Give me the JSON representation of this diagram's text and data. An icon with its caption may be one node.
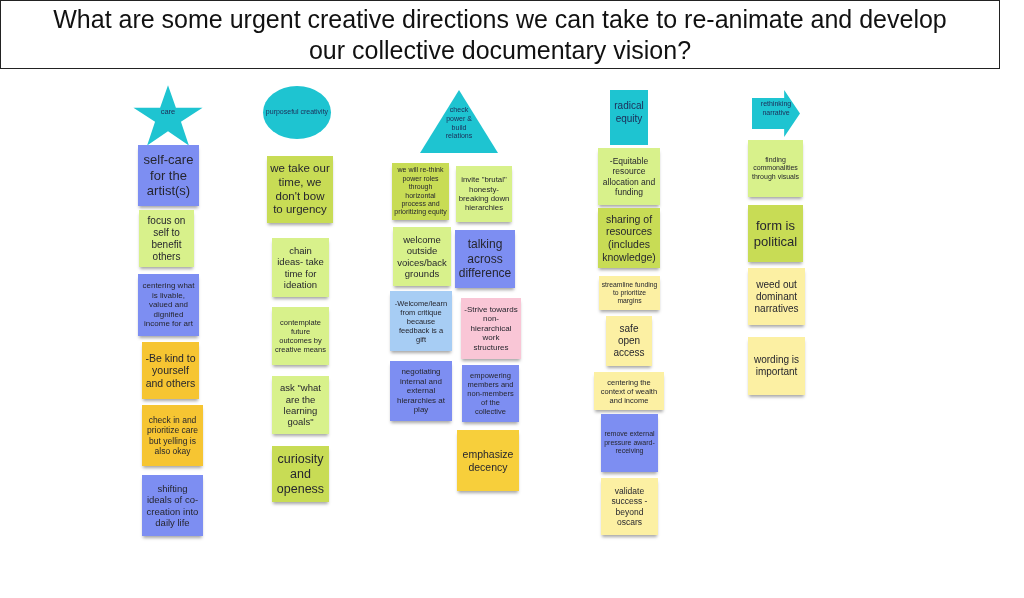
{
  "diagram": {
    "title": "What are some urgent creative directions we can take to re-animate and develop our collective documentary vision?",
    "nodes": [
      {
        "text": [
          "care"
        ]
      },
      {
        "text": [
          "self-care for the artist(s)"
        ]
      },
      {
        "text": [
          "focus on self to benefit others"
        ]
      },
      {
        "text": [
          "centering what is livable, valued and dignified income for art"
        ]
      },
      {
        "text": [
          "-Be kind to yourself and others"
        ]
      },
      {
        "text": [
          "check in and prioritize care but yelling is also okay"
        ]
      },
      {
        "text": [
          "shifting ideals of co-creation into daily life"
        ]
      },
      {
        "text": [
          "purposeful creativity"
        ]
      },
      {
        "text": [
          "we take our time, we don't bow to urgency"
        ]
      },
      {
        "text": [
          "chain ideas- take time for ideation"
        ]
      },
      {
        "text": [
          "contemplate future outcomes by creative means"
        ]
      },
      {
        "text": [
          "ask \"what are the learning goals\""
        ]
      },
      {
        "text": [
          "curiosity and openess"
        ]
      },
      {
        "text": [
          "check power & build relations"
        ]
      },
      {
        "text": [
          "we will re-think power roles through horizontal process and prioritizing equity"
        ]
      },
      {
        "text": [
          "invite \"brutal\" honesty- breaking down hierarchies"
        ]
      },
      {
        "text": [
          "welcome outside voices/backgrounds"
        ]
      },
      {
        "text": [
          "talking across difference"
        ]
      },
      {
        "text": [
          "-Welcome/learn from critique because feedback is a gift"
        ]
      },
      {
        "text": [
          "-Strive towards non-hierarchical work structures"
        ]
      },
      {
        "text": [
          "negotiating internal and external hierarchies at play"
        ]
      },
      {
        "text": [
          "empowering members and non-members of the collective"
        ]
      },
      {
        "text": [
          "emphasize decency"
        ]
      },
      {
        "text": [
          "radical equity"
        ]
      },
      {
        "text": [
          "-Equitable resource allocation and funding"
        ]
      },
      {
        "text": [
          "sharing of resources (includes knowledge)"
        ]
      },
      {
        "text": [
          "streamline funding to prioritize margins"
        ]
      },
      {
        "text": [
          "safe open access"
        ]
      },
      {
        "text": [
          "centering the context of wealth and income"
        ]
      },
      {
        "text": [
          "remove external pressure award-receiving"
        ]
      },
      {
        "text": [
          "validate success - beyond oscars"
        ]
      },
      {
        "text": [
          "rethinking narrative"
        ]
      },
      {
        "text": [
          "finding commonalities through visuals"
        ]
      },
      {
        "text": [
          "form is political"
        ]
      },
      {
        "text": [
          "weed out dominant narratives"
        ]
      },
      {
        "text": [
          "wording is important"
        ]
      }
    ]
  }
}
